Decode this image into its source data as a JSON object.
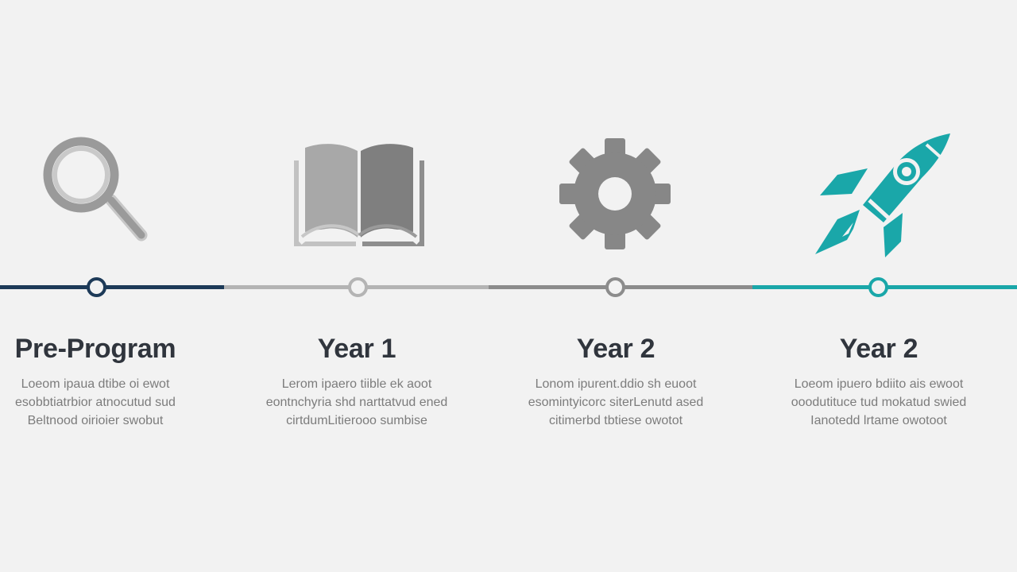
{
  "colors": {
    "background": "#f2f2f2",
    "navy": "#1d3a58",
    "light_gray": "#b4b4b4",
    "mid_gray": "#8c8c8c",
    "teal": "#1aa7a9",
    "title_text": "#30353d",
    "body_text": "#7c7c7c"
  },
  "steps": [
    {
      "title": "Pre-Program",
      "icon": "magnifying-glass-icon",
      "description": "Loeom ipaua dtibe oi ewot\nesobbtiatrbior atnocutud sud\nBeltnood oirioier swobut"
    },
    {
      "title": "Year 1",
      "icon": "open-book-icon",
      "description": "Lerom ipaero tiible ek aoot\neontnchyria shd narttatvud ened\ncirtdumLitierooo sumbise"
    },
    {
      "title": "Year 2",
      "icon": "gear-icon",
      "description": "Lonom ipurent.ddio sh euoot\nesomintyicorc siterLenutd ased\ncitimerbd tbtiese owotot"
    },
    {
      "title": "Year 2",
      "icon": "rocket-icon",
      "description": "Loeom ipuero bdiito ais ewoot\nooodutituce tud mokatud swied\nIanotedd lrtame owotoot"
    }
  ]
}
